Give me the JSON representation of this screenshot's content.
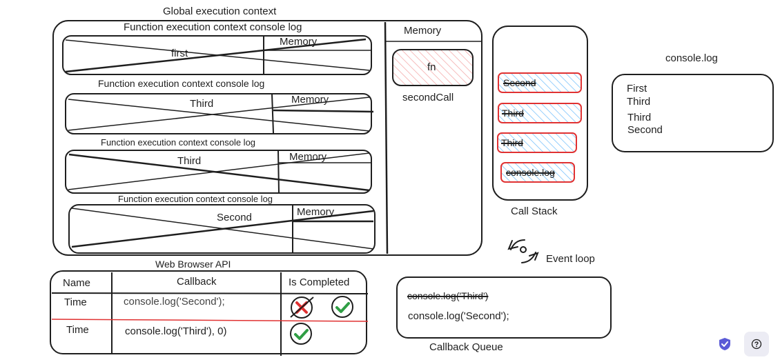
{
  "global": {
    "title": "Global execution context",
    "memory_label": "Memory",
    "fn_label": "fn",
    "second_call_label": "secondCall"
  },
  "fec_rows": [
    {
      "header": "Function execution context console log",
      "name": "first",
      "memory": "Memory"
    },
    {
      "header": "Function execution context console log",
      "name": "Third",
      "memory": "Memory"
    },
    {
      "header": "Function execution context console log",
      "name": "Third",
      "memory": "Memory"
    },
    {
      "header": "Function execution context console log",
      "name": "Second",
      "memory": "Memory"
    }
  ],
  "call_stack": {
    "label": "Call Stack",
    "items": [
      "Second",
      "Third",
      "Third",
      "console.log"
    ]
  },
  "console_output": {
    "title": "console.log",
    "lines": [
      "First",
      "Third",
      "Third",
      "Second"
    ]
  },
  "event_loop": {
    "label": "Event loop"
  },
  "web_api": {
    "title": "Web Browser API",
    "headers": [
      "Name",
      "Callback",
      "Is Completed"
    ],
    "rows": [
      {
        "name": "Time",
        "callback": "console.log('Second');"
      },
      {
        "name": "Time",
        "callback": "console.log('Third'), 0)"
      }
    ]
  },
  "callback_queue": {
    "label": "Callback Queue",
    "items": [
      "console.log('Third')",
      "console.log('Second');"
    ]
  },
  "colors": {
    "stroke": "#1e1e1e",
    "red": "#e03131",
    "hatch_blue": "#74c0fc",
    "green": "#2f9e44",
    "shield": "#5b5bd6"
  },
  "toolbar": {
    "help_icon": "question-icon",
    "shield_icon": "shield-icon"
  }
}
